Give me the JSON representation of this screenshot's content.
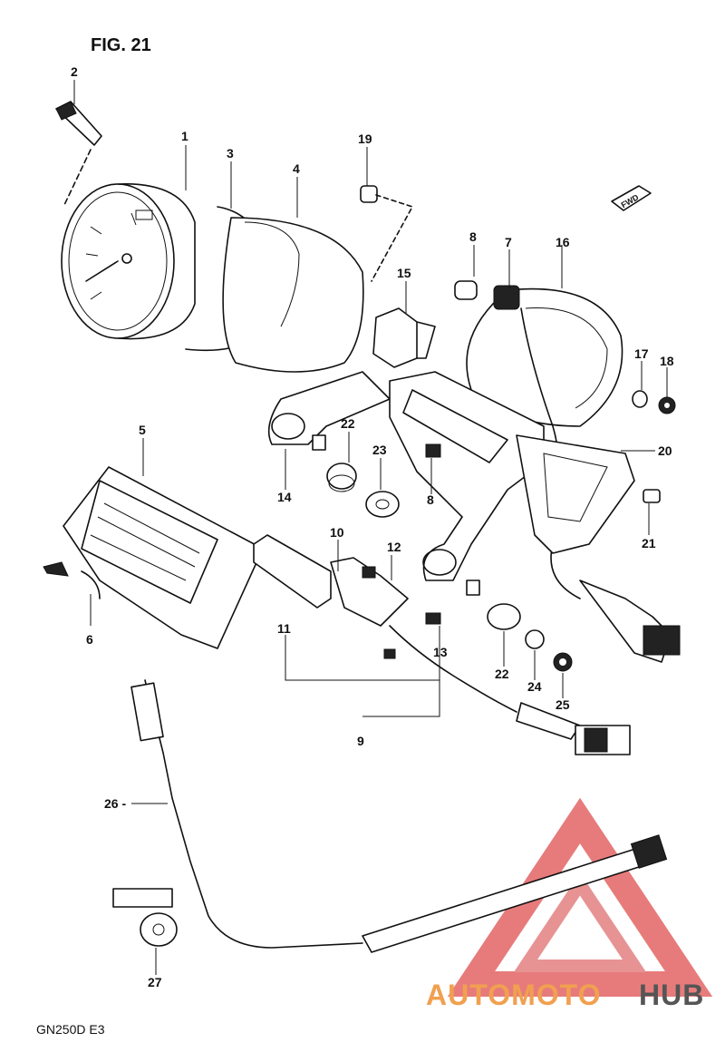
{
  "figure": {
    "title": "FIG. 21",
    "model": "GN250D E3"
  },
  "watermark": {
    "text_a": "AUTOMOTO",
    "text_b": "HUB",
    "color_a": "#f0a050",
    "color_b": "#555555",
    "logo_color": "#e05050"
  },
  "fwd_label": "FWD",
  "parts": {
    "p1": "1",
    "p2": "2",
    "p3": "3",
    "p4": "4",
    "p5": "5",
    "p6": "6",
    "p7": "7",
    "p8a": "8",
    "p8b": "8",
    "p9": "9",
    "p10": "10",
    "p11": "11",
    "p12": "12",
    "p13": "13",
    "p14": "14",
    "p15": "15",
    "p16": "16",
    "p17": "17",
    "p18": "18",
    "p19": "19",
    "p20": "20",
    "p21": "21",
    "p22a": "22",
    "p22b": "22",
    "p23": "23",
    "p24": "24",
    "p25": "25",
    "p26": "26 -",
    "p27": "27"
  }
}
